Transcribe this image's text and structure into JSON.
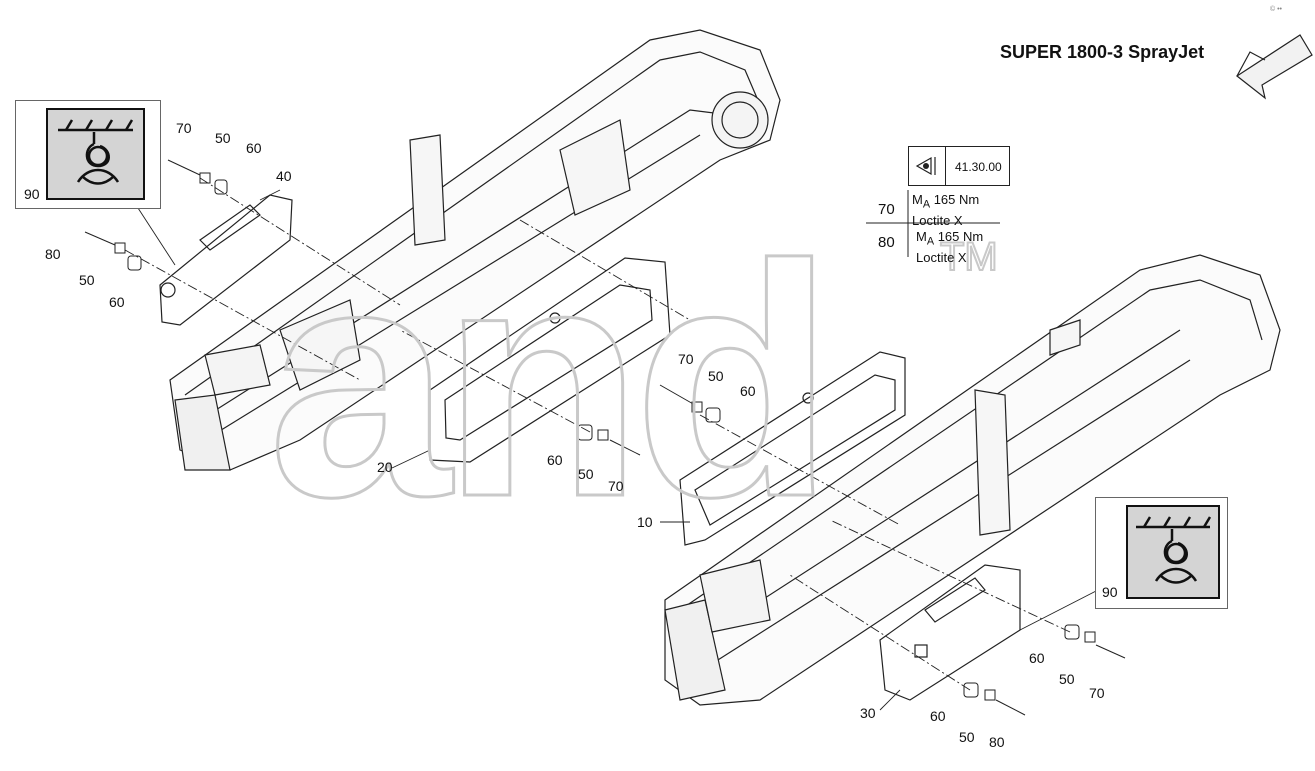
{
  "title": "SUPER 1800-3 SprayJet",
  "corner_mark": "© ••",
  "reference": {
    "code": "41.30.00",
    "icon": "eye-view-icon"
  },
  "specs": [
    {
      "item": "70",
      "torque_symbol": "M",
      "torque_sub": "A",
      "torque_value": "165 Nm",
      "adhesive": "Loctite X"
    },
    {
      "item": "80",
      "torque_symbol": "M",
      "torque_sub": "A",
      "torque_value": "165 Nm",
      "adhesive": "Loctite X"
    }
  ],
  "symbol_boxes": [
    {
      "item": "90",
      "icon": "lifting-hook-chain-icon"
    },
    {
      "item": "90",
      "icon": "lifting-hook-chain-icon"
    }
  ],
  "callouts": {
    "left_assembly": [
      "70",
      "50",
      "60",
      "40",
      "80",
      "50",
      "60"
    ],
    "center_panel": [
      "20",
      "60",
      "50",
      "70"
    ],
    "right_panel": [
      "70",
      "50",
      "60",
      "10"
    ],
    "right_assembly": [
      "60",
      "50",
      "70",
      "30",
      "60",
      "50",
      "80"
    ]
  },
  "watermark": {
    "text": "and",
    "mark": "TM"
  },
  "arrow_icon": "direction-arrow-icon"
}
